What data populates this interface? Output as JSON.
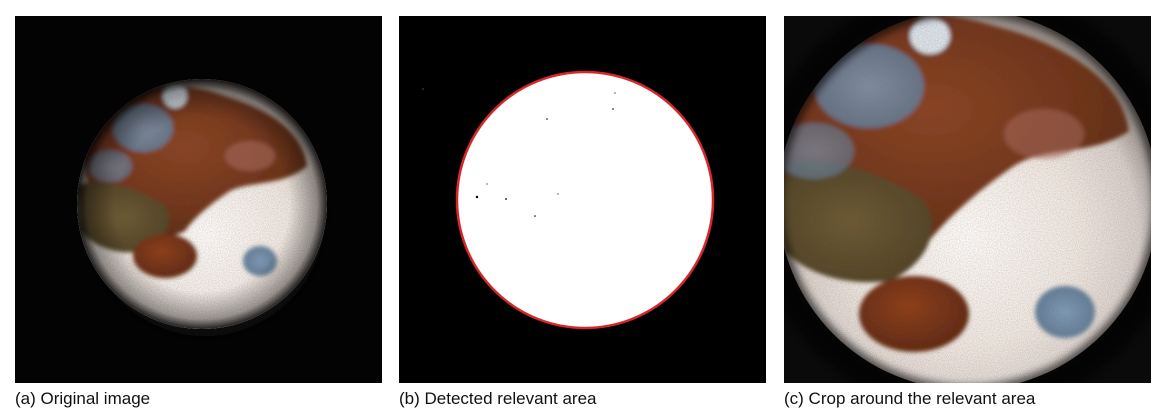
{
  "figure": {
    "panels": [
      {
        "id": "a",
        "caption": "(a) Original image"
      },
      {
        "id": "b",
        "caption": "(b) Detected relevant area"
      },
      {
        "id": "c",
        "caption": "(c) Crop around the relevant area"
      }
    ]
  },
  "colors": {
    "background": "#000000",
    "mask_fill": "#ffffff",
    "mask_outline": "#d62828",
    "skin_light": "#f3eee9",
    "lesion_brown": "#7a3a1c",
    "lesion_dark_brown": "#4a2412",
    "lesion_olive": "#5f5130",
    "lesion_blue": "#6f8fae"
  }
}
